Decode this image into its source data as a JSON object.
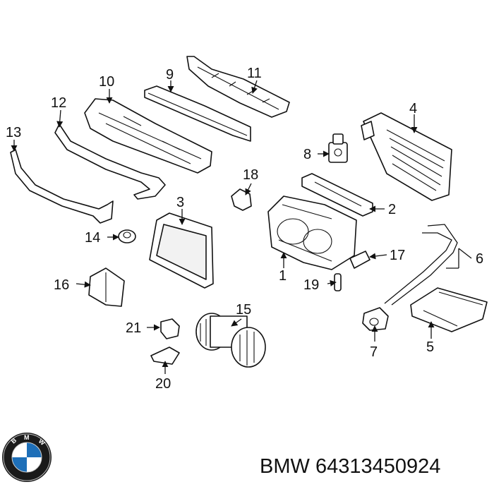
{
  "brand": "BMW",
  "part_number": "64313450924",
  "logo": {
    "lettering": "BMW",
    "colors": {
      "ring": "#1a1a1a",
      "blue": "#1e6fb8",
      "white": "#ffffff"
    }
  },
  "callouts": [
    "1",
    "2",
    "3",
    "4",
    "5",
    "6",
    "7",
    "8",
    "9",
    "10",
    "11",
    "12",
    "13",
    "14",
    "15",
    "16",
    "17",
    "18",
    "19",
    "20",
    "21"
  ]
}
